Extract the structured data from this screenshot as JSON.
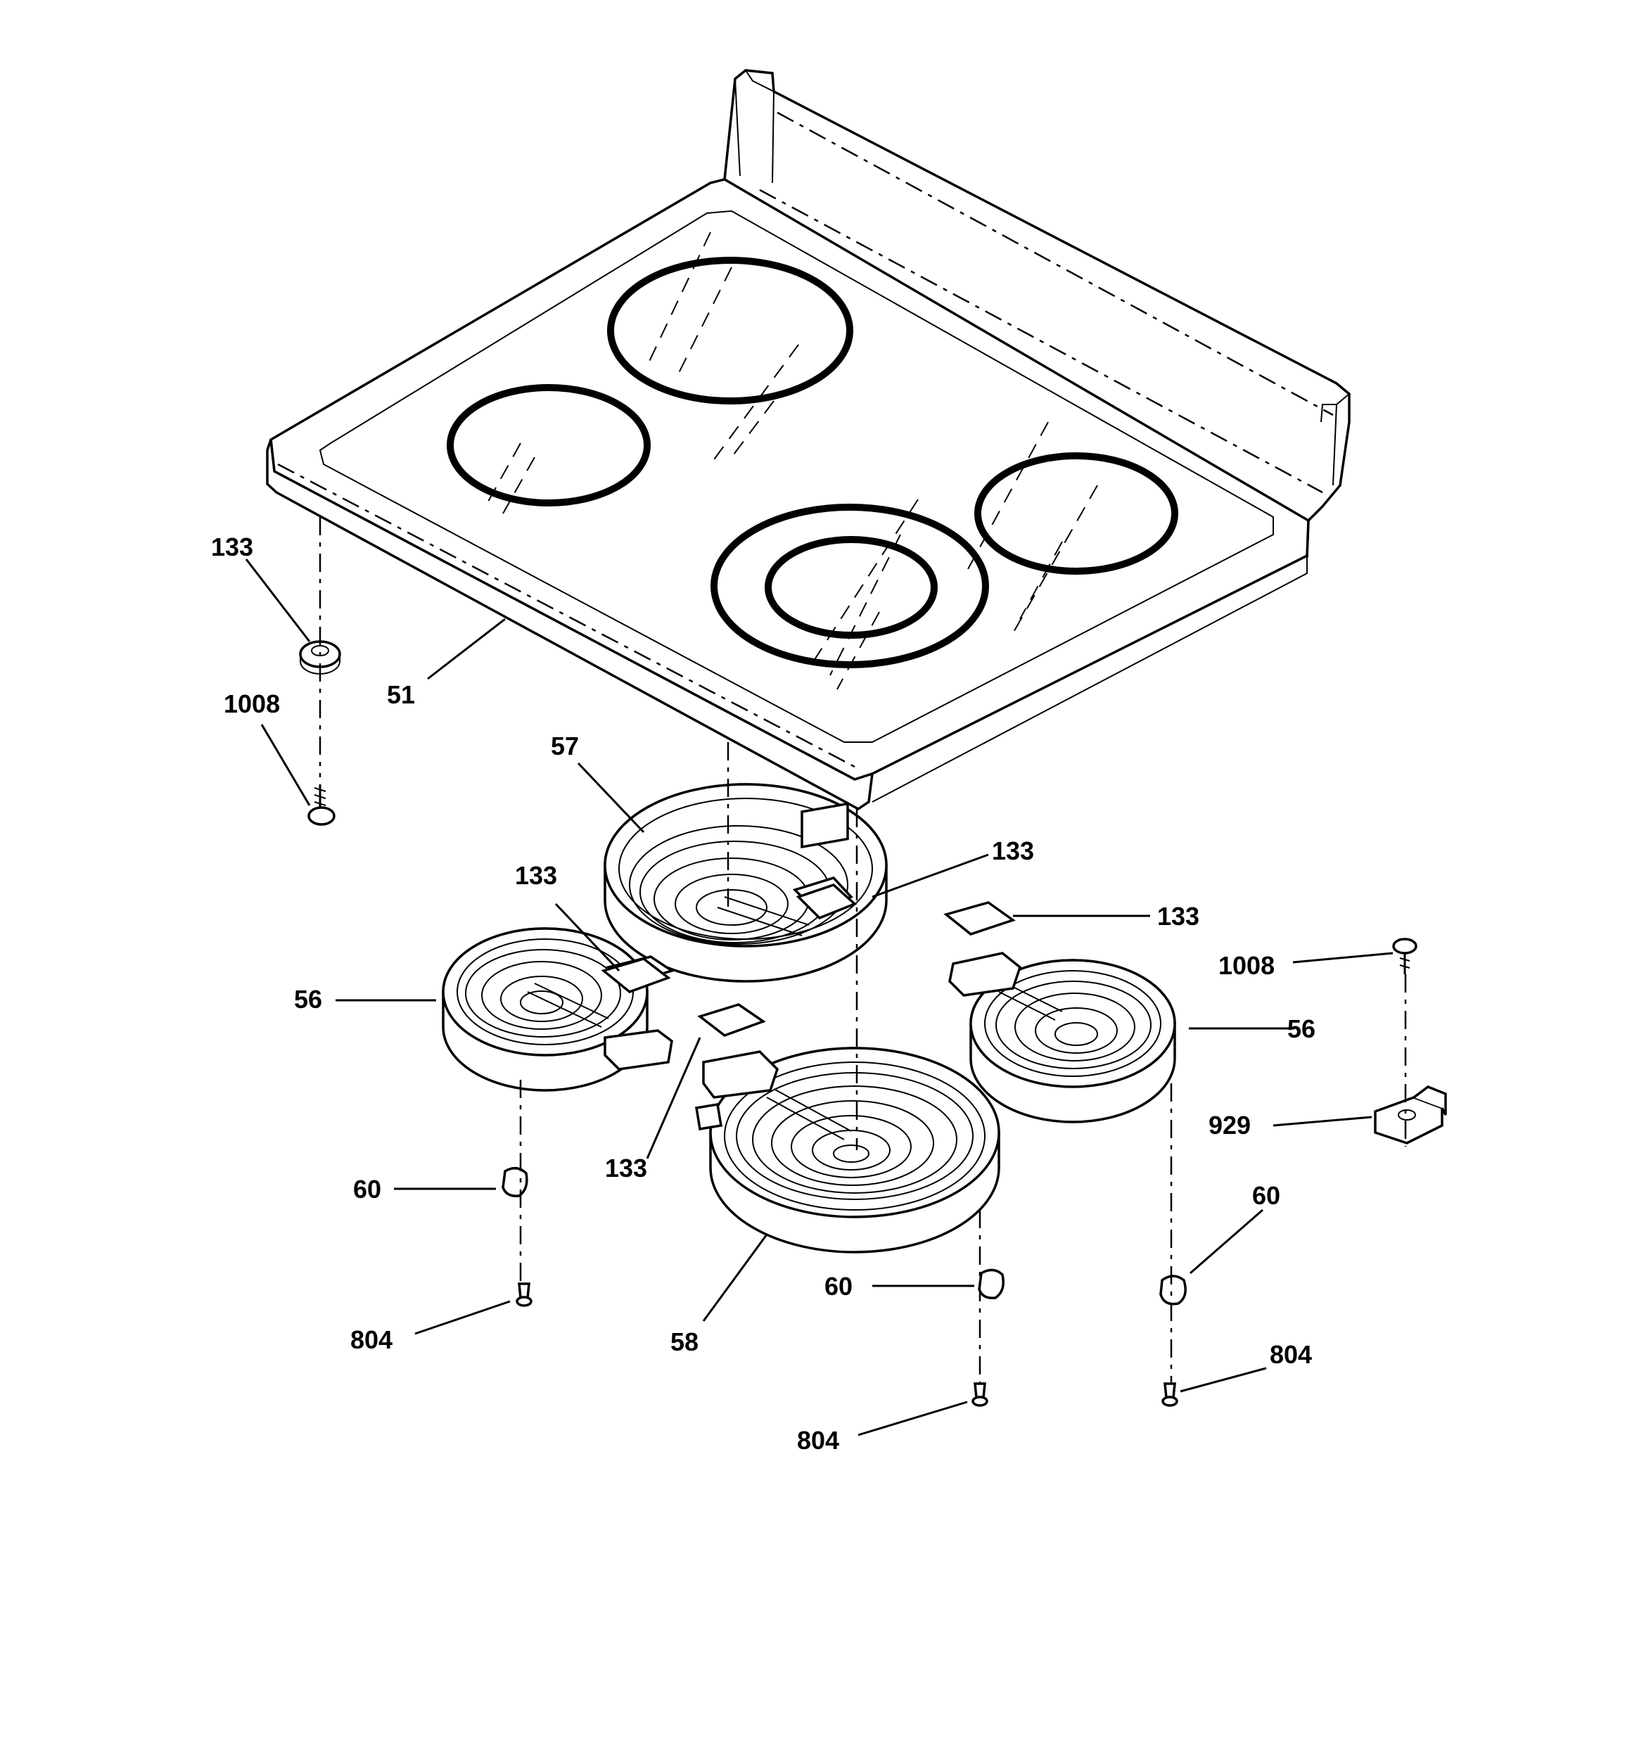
{
  "diagram": {
    "parts": [
      {
        "id": "p51",
        "number": "51"
      },
      {
        "id": "p57",
        "number": "57"
      },
      {
        "id": "p58",
        "number": "58"
      },
      {
        "id": "p56a",
        "number": "56"
      },
      {
        "id": "p56b",
        "number": "56"
      },
      {
        "id": "p133a",
        "number": "133"
      },
      {
        "id": "p133b",
        "number": "133"
      },
      {
        "id": "p133c",
        "number": "133"
      },
      {
        "id": "p133d",
        "number": "133"
      },
      {
        "id": "p133e",
        "number": "133"
      },
      {
        "id": "p1008a",
        "number": "1008"
      },
      {
        "id": "p1008b",
        "number": "1008"
      },
      {
        "id": "p929",
        "number": "929"
      },
      {
        "id": "p60a",
        "number": "60"
      },
      {
        "id": "p60b",
        "number": "60"
      },
      {
        "id": "p60c",
        "number": "60"
      },
      {
        "id": "p804a",
        "number": "804"
      },
      {
        "id": "p804b",
        "number": "804"
      },
      {
        "id": "p804c",
        "number": "804"
      }
    ]
  }
}
